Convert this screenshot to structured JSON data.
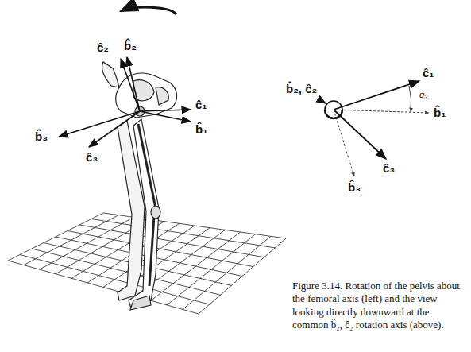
{
  "diagram": {
    "caption": "Figure 3.14. Rotation of the pelvis about the femoral axis (left) and the view looking directly downward at the common b̂₂, ĉ₂ rotation axis (above).",
    "labels": [
      "ĉ₂",
      "b̂₂",
      "ĉ₁",
      "b̂₁",
      "b̂₃",
      "ĉ₃",
      "b̂₂, ĉ₂",
      "ĉ₁",
      "q₃",
      "b̂₁",
      "b̂₃",
      "ĉ₃"
    ]
  }
}
